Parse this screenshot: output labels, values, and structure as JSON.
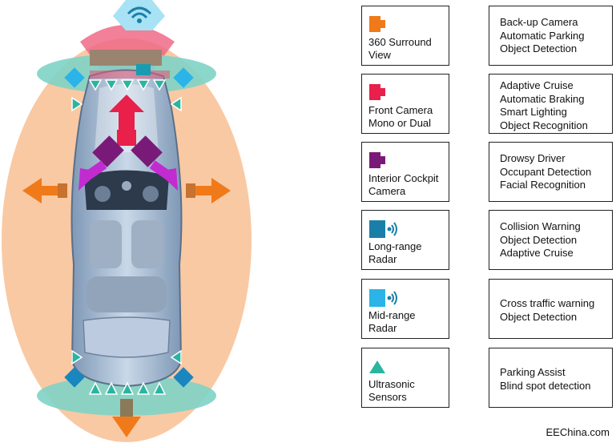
{
  "sensors": [
    {
      "label": "360 Surround\nView",
      "icon": "surround-camera-icon",
      "color": "#f07a1a"
    },
    {
      "label": "Front Camera\nMono or Dual",
      "icon": "front-camera-icon",
      "color": "#e8204a"
    },
    {
      "label": "Interior Cockpit\nCamera",
      "icon": "cockpit-camera-icon",
      "color": "#7a1a78"
    },
    {
      "label": "Long-range\nRadar",
      "icon": "long-range-radar-icon",
      "color": "#1a7fa8"
    },
    {
      "label": "Mid-range\nRadar",
      "icon": "mid-range-radar-icon",
      "color": "#2ab4e8"
    },
    {
      "label": "Ultrasonic\nSensors",
      "icon": "ultrasonic-sensor-icon",
      "color": "#2ab5a0"
    }
  ],
  "functions": [
    "Back-up Camera\nAutomatic Parking\nObject Detection",
    "Adaptive Cruise\nAutomatic Braking\nSmart Lighting\nObject Recognition",
    "Drowsy Driver\nOccupant Detection\nFacial Recognition",
    "Collision Warning\nObject Detection\nAdaptive Cruise",
    "Cross traffic warning\nObject Detection",
    "Parking Assist\nBlind spot detection"
  ],
  "watermark": "EEChina.com",
  "colors": {
    "coverage_oval": "#f9c9a3",
    "zone_teal": "#7fd3c7",
    "zone_red": "#f07890",
    "car_body": "#a8bfd8",
    "arrow_orange": "#f07a1a",
    "arrow_magenta": "#c22bd0"
  }
}
